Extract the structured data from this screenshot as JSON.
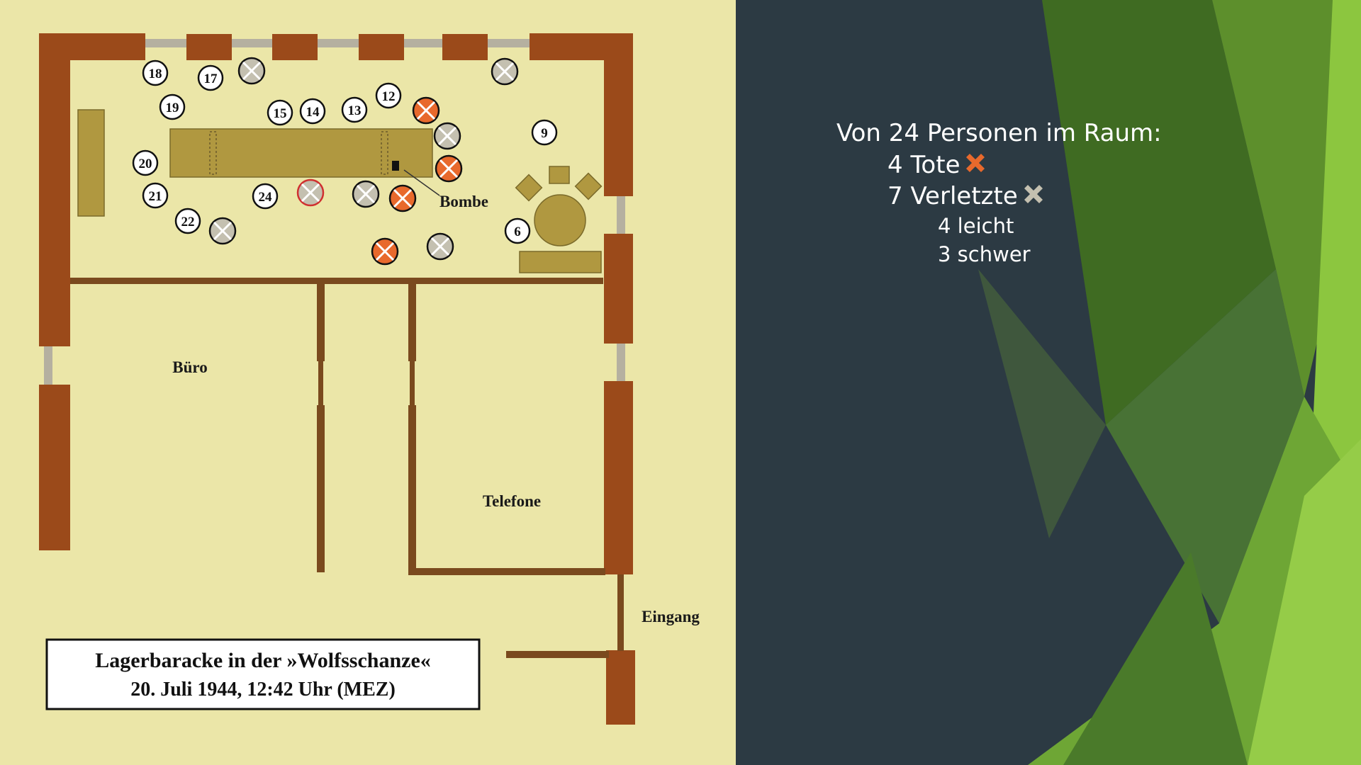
{
  "colors": {
    "plan_background": "#ebe6a8",
    "wall": "#9b4a1a",
    "inner_wall": "#7a4a1e",
    "window_gap": "#b5b0a0",
    "table": "#b09840",
    "dead_marker": "#e8692c",
    "injured_marker": "#c4c0b0",
    "panel_background": "#2c3a43",
    "accent_green": "#8cc63f"
  },
  "plan": {
    "rooms": {
      "office": "Büro",
      "telephones": "Telefone",
      "entrance": "Eingang"
    },
    "bomb_label": "Bombe",
    "caption": {
      "line1": "Lagerbaracke in der »Wolfsschanze«",
      "line2": "20. Juli 1944, 12:42 Uhr (MEZ)"
    },
    "person_numbers": [
      "18",
      "17",
      "19",
      "15",
      "14",
      "13",
      "12",
      "9",
      "20",
      "21",
      "22",
      "24",
      "6"
    ]
  },
  "info": {
    "heading": "Von 24 Personen im Raum:",
    "dead": "4 Tote",
    "injured": "7 Verletzte",
    "light": "4 leicht",
    "severe": "3 schwer",
    "dead_icon": "orange-cross-icon",
    "injured_icon": "grey-cross-icon"
  }
}
